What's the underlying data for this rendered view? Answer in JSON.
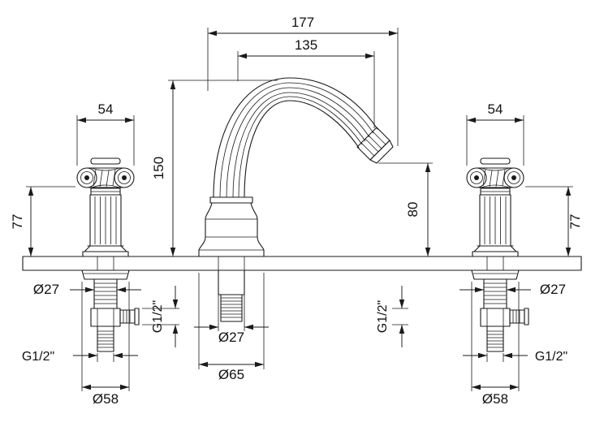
{
  "drawing": {
    "background": "#ffffff",
    "line_color": "#1a1a1a",
    "dims": {
      "d177": "177",
      "d135": "135",
      "d54_left": "54",
      "d54_right": "54",
      "d150": "150",
      "d80": "80",
      "d77_left": "77",
      "d77_right": "77",
      "dia27_left": "Ø27",
      "dia27_center": "Ø27",
      "dia27_right": "Ø27",
      "dia65": "Ø65",
      "dia58_left": "Ø58",
      "dia58_right": "Ø58",
      "g12_left_side": "G1/2\"",
      "g12_left_bottom": "G1/2\"",
      "g12_right_side": "G1/2\"",
      "g12_right_bottom": "G1/2\""
    }
  }
}
